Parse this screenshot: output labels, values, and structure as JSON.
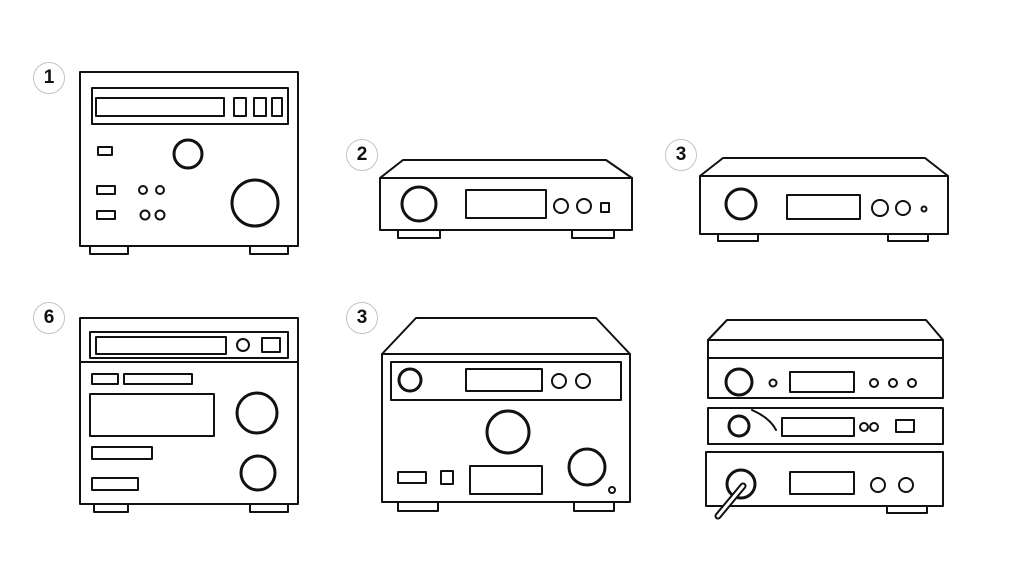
{
  "figure": {
    "colors": {
      "line": "#111111",
      "background": "#ffffff",
      "badge_border": "#c4c4c4"
    },
    "devices": [
      {
        "id": "device-1",
        "label": "1",
        "kind": "tall receiver with display, buttons and two knobs"
      },
      {
        "id": "device-2",
        "label": "2",
        "kind": "slim amplifier with volume knob"
      },
      {
        "id": "device-3a",
        "label": "3",
        "kind": "slim amplifier with small knob"
      },
      {
        "id": "device-6",
        "label": "6",
        "kind": "tall unit with display panels and two knobs"
      },
      {
        "id": "device-3b",
        "label": "3",
        "kind": "boxy receiver with large center knob"
      },
      {
        "id": "device-stack",
        "label": "",
        "kind": "stacked components with connected cable"
      }
    ]
  }
}
